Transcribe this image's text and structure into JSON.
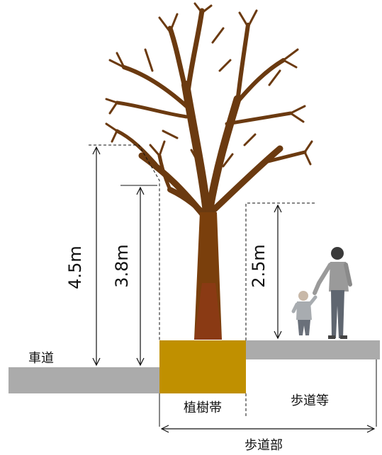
{
  "labels": {
    "roadway": "車道",
    "planting_strip": "植樹帯",
    "walkway": "歩道等",
    "sidewalk_section": "歩道部"
  },
  "dimensions": {
    "roadway_clearance": "4.5m",
    "roadway_edge_clearance": "3.8m",
    "sidewalk_clearance": "2.5m"
  },
  "colors": {
    "road_surface": "#ababab",
    "planting_strip": "#c09000",
    "tree_trunk": "#7a3f0c",
    "line": "#111111"
  },
  "figures": {
    "tree_icon": "deciduous-tree",
    "people_icon": "adult-and-child-walking"
  }
}
